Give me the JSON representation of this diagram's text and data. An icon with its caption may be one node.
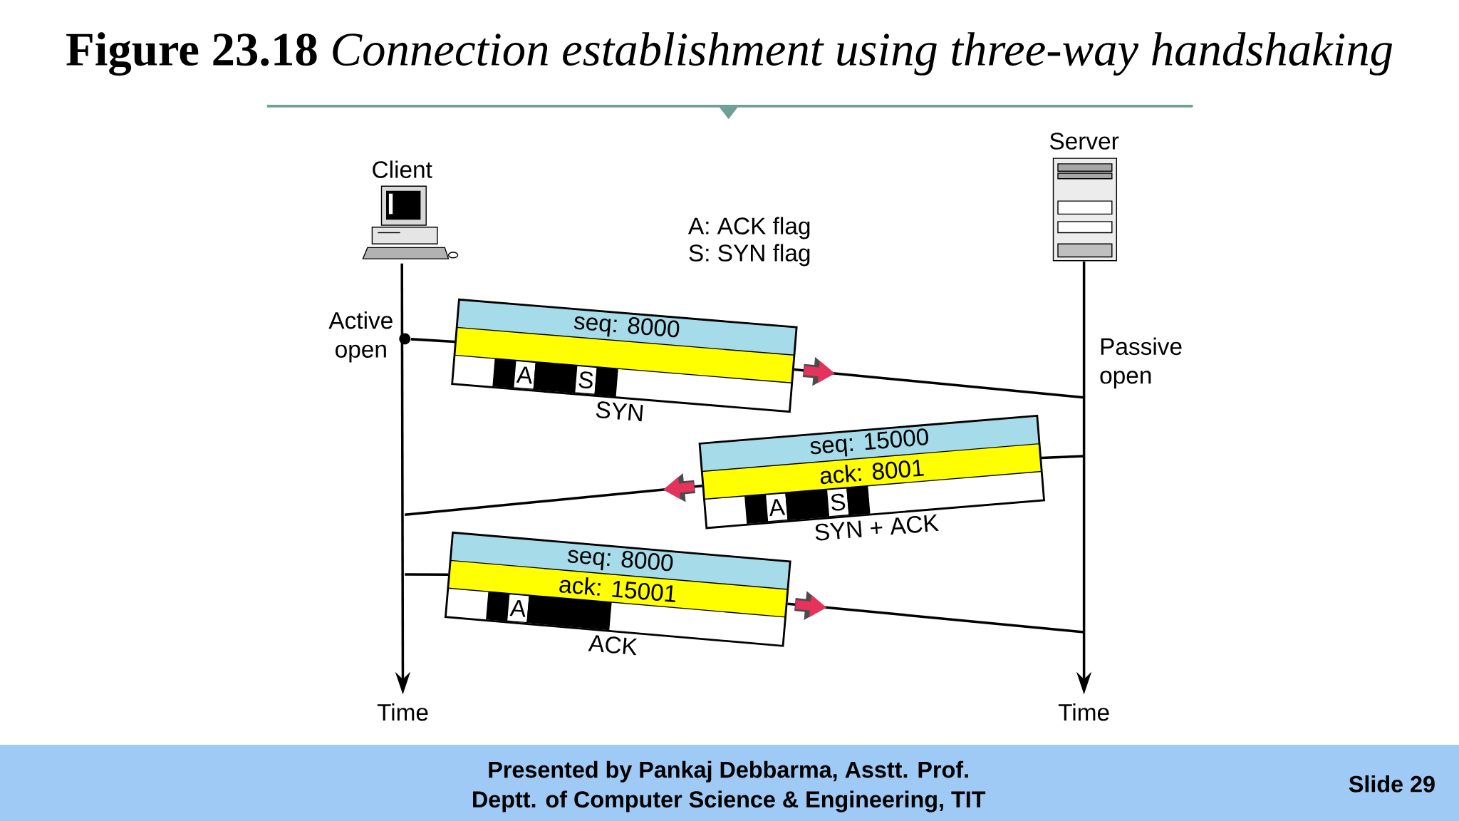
{
  "diagram": {
    "title": "**Figure 23.18** *Connection establishment using three-way handshaking*",
    "nodes": [
      {
        "text": [
          "Client"
        ]
      },
      {
        "text": [
          "Server"
        ]
      },
      {
        "text": [
          "Time"
        ]
      },
      {
        "text": [
          "Time"
        ]
      },
      {
        "text": [],
        "shape": "circle",
        "beside": [
          "Active open"
        ]
      },
      {
        "text": [
          "seq: 8000",
          "A",
          "S"
        ],
        "beside": [
          "SYN"
        ]
      },
      {
        "text": [
          "seq: 15000",
          "ack: 8001",
          "A",
          "S"
        ],
        "beside": [
          "SYN + ACK"
        ]
      },
      {
        "text": [
          "seq: 8000",
          "ack: 15001",
          "A"
        ],
        "beside": [
          "ACK"
        ]
      }
    ],
    "edges": [
      {
        "from": 0,
        "to": 2,
        "arrow": "to"
      },
      {
        "from": 1,
        "to": 3,
        "arrow": "to"
      },
      {
        "from": 4,
        "to": 5,
        "arrow": "none"
      },
      {
        "from": 5,
        "to": null,
        "arrow": "none"
      },
      {
        "from": null,
        "to": 6,
        "arrow": "none"
      },
      {
        "from": 6,
        "to": null,
        "arrow": "none"
      },
      {
        "from": null,
        "to": 7,
        "arrow": "none"
      },
      {
        "from": 7,
        "to": null,
        "arrow": "none"
      }
    ],
    "labels": [
      "A: ACK flag",
      "S: SYN flag",
      "Passive open",
      "Presented by Pankaj Debbarma, Asstt. Prof.",
      "Deptt. of Computer Science & Engineering, TIT",
      "Slide 29"
    ]
  }
}
